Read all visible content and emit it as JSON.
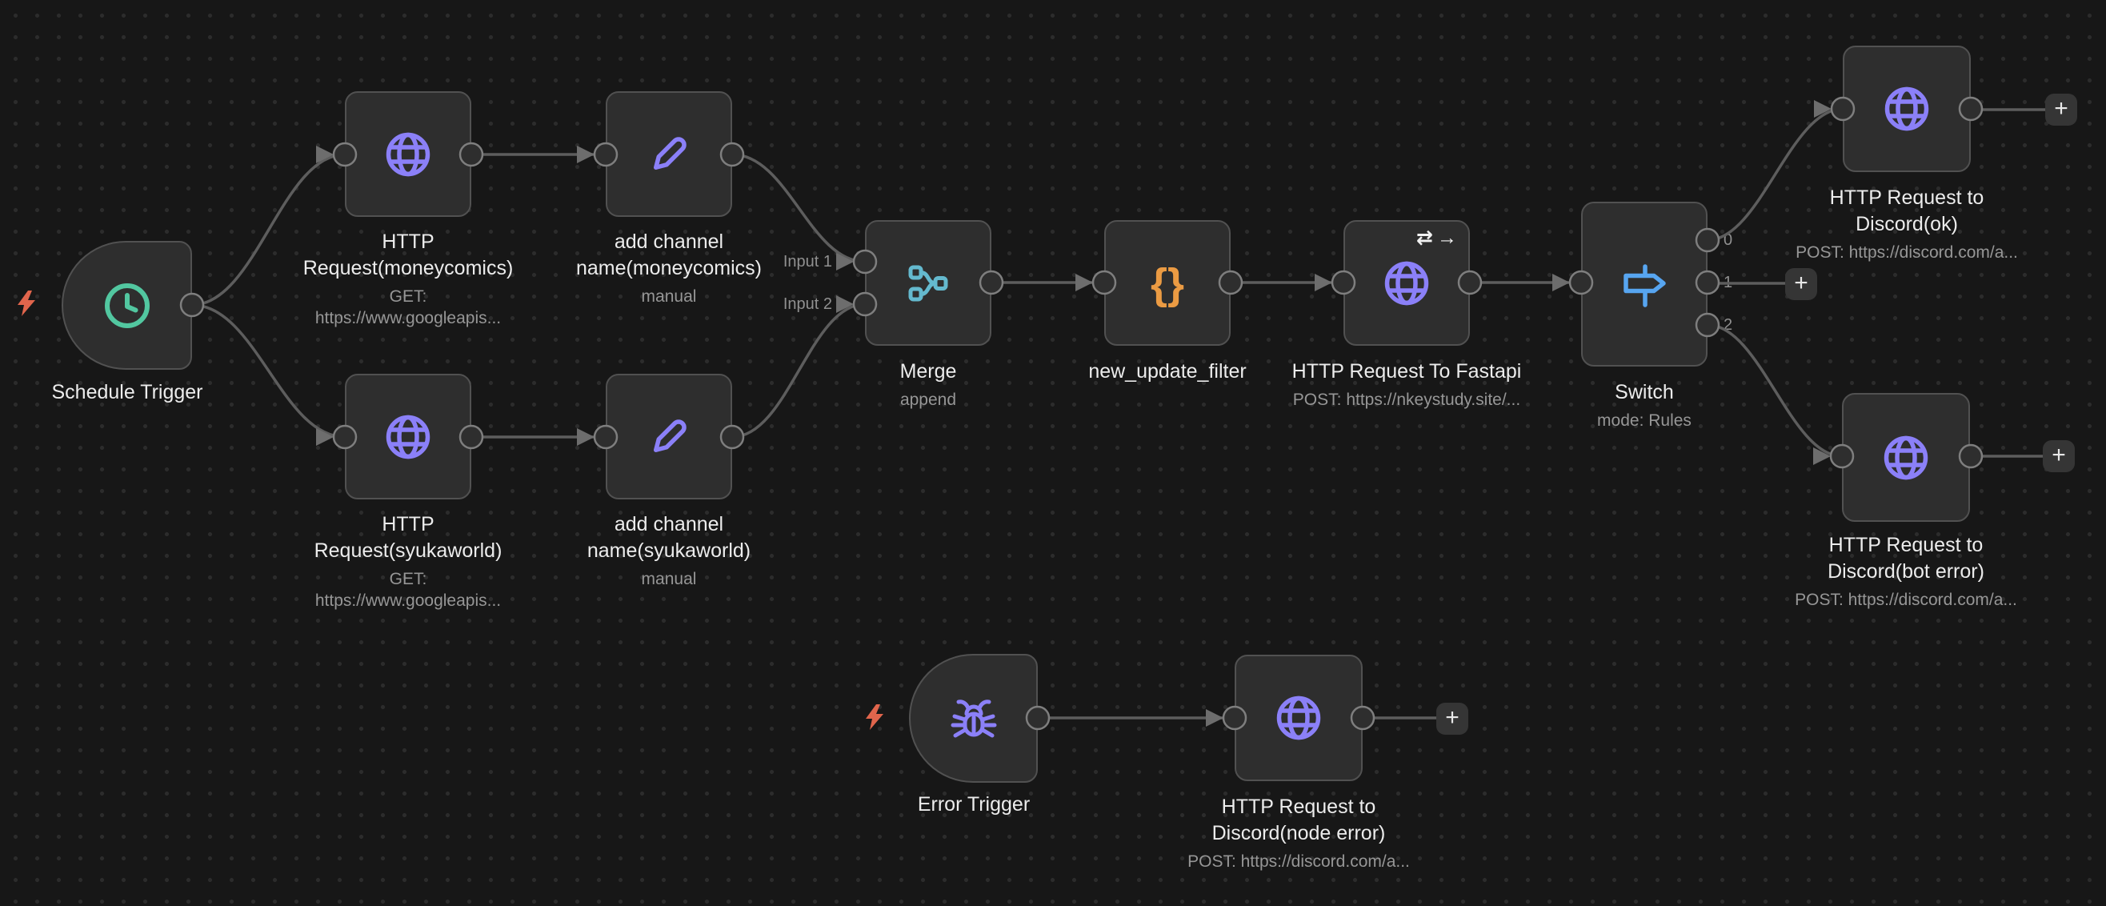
{
  "workflow": {
    "nodes": {
      "schedule_trigger": {
        "title": "Schedule Trigger"
      },
      "http_moneycomics": {
        "title": "HTTP Request(moneycomics)",
        "subtitle": "GET: https://www.googleapis..."
      },
      "add_channel_moneycomics": {
        "title": "add channel name(moneycomics)",
        "subtitle": "manual"
      },
      "http_syukaworld": {
        "title": "HTTP Request(syukaworld)",
        "subtitle": "GET: https://www.googleapis..."
      },
      "add_channel_syukaworld": {
        "title": "add channel name(syukaworld)",
        "subtitle": "manual"
      },
      "merge": {
        "title": "Merge",
        "subtitle": "append",
        "input1_label": "Input 1",
        "input2_label": "Input 2"
      },
      "new_update_filter": {
        "title": "new_update_filter"
      },
      "http_fastapi": {
        "title": "HTTP Request To Fastapi",
        "subtitle": "POST: https://nkeystudy.site/..."
      },
      "switch": {
        "title": "Switch",
        "subtitle": "mode: Rules",
        "output_labels": [
          "0",
          "1",
          "2"
        ]
      },
      "discord_ok": {
        "title": "HTTP Request to Discord(ok)",
        "subtitle": "POST: https://discord.com/a..."
      },
      "discord_bot_error": {
        "title": "HTTP Request to Discord(bot error)",
        "subtitle": "POST: https://discord.com/a..."
      },
      "error_trigger": {
        "title": "Error Trigger"
      },
      "discord_node_error": {
        "title": "HTTP Request to Discord(node error)",
        "subtitle": "POST: https://discord.com/a..."
      }
    },
    "icons": {
      "plus": "+",
      "retry": "⇄",
      "continue_arrow": "→",
      "braces": "{}"
    },
    "colors": {
      "node_purple": "#8b80f8",
      "trigger_green": "#52c7a0",
      "merge_teal": "#64b9ce",
      "code_orange": "#eb9b43",
      "switch_blue": "#57a5f0",
      "bolt_coral": "#e1654c"
    }
  }
}
